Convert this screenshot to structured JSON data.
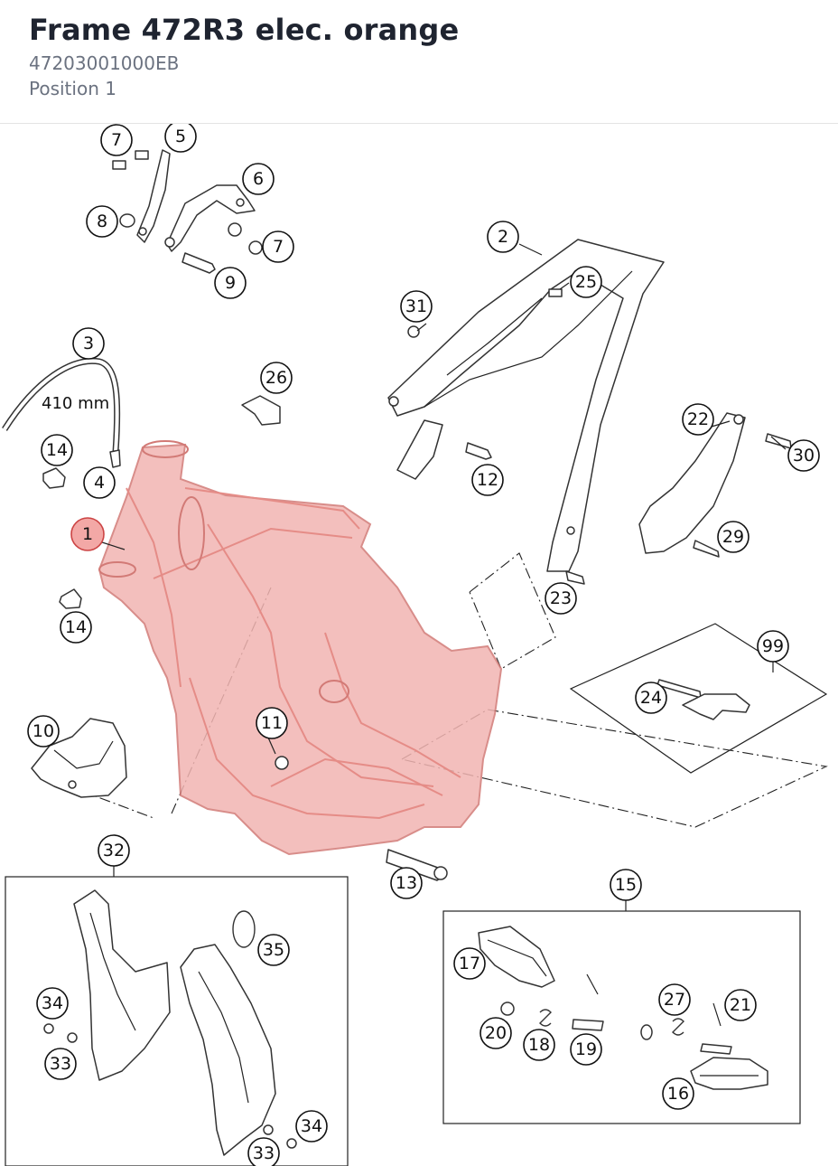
{
  "header": {
    "title": "Frame 472R3 elec. orange",
    "part_number": "47203001000EB",
    "position": "Position 1"
  },
  "diagram": {
    "selected_callout": "1",
    "hose_length_label": "410 mm",
    "callouts": [
      "1",
      "2",
      "3",
      "4",
      "5",
      "6",
      "7",
      "7",
      "8",
      "9",
      "10",
      "11",
      "12",
      "13",
      "14",
      "14",
      "15",
      "16",
      "17",
      "18",
      "19",
      "20",
      "21",
      "22",
      "23",
      "24",
      "25",
      "26",
      "27",
      "29",
      "30",
      "31",
      "32",
      "33",
      "33",
      "34",
      "34",
      "35",
      "99"
    ]
  },
  "colors": {
    "highlight": "#f2b5b2",
    "text_primary": "#1f2430",
    "text_secondary": "#6b7280"
  }
}
